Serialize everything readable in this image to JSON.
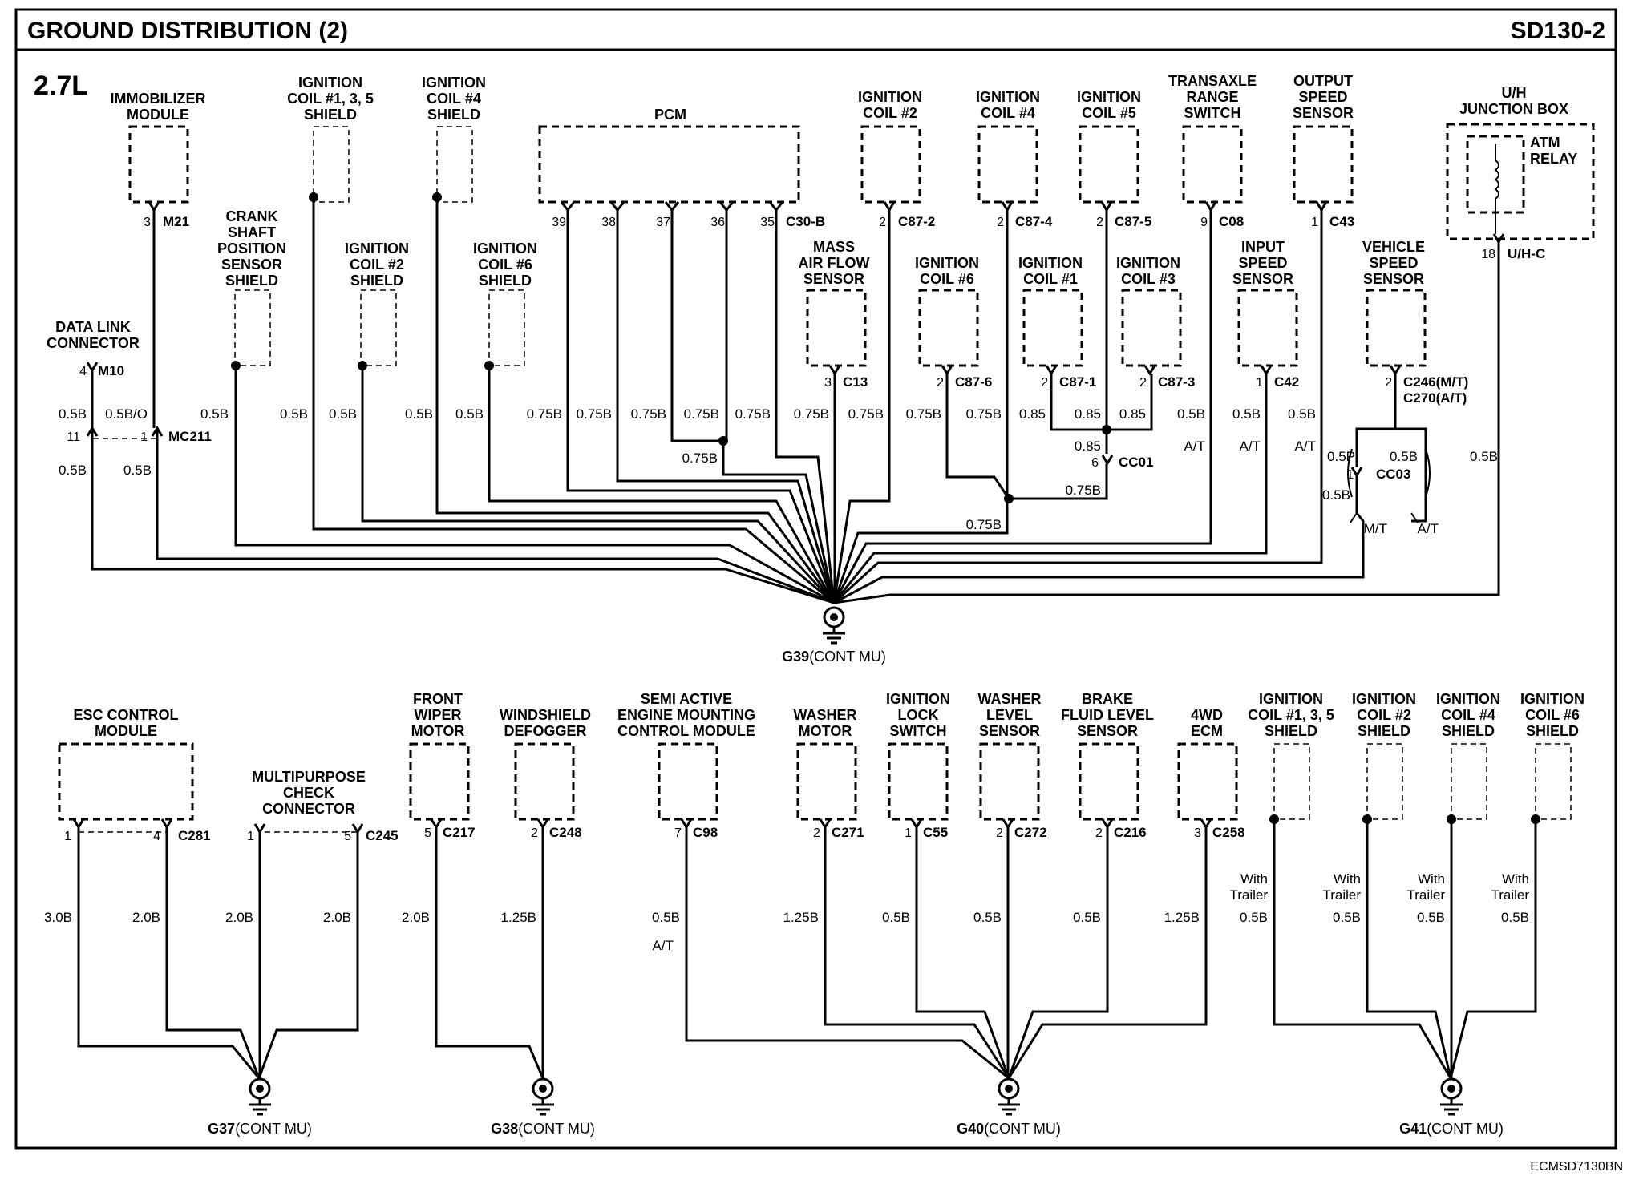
{
  "header": {
    "title": "GROUND DISTRIBUTION (2)",
    "code": "SD130-2"
  },
  "engine": "2.7L",
  "footer": {
    "id": "ECMSD7130BN"
  },
  "top": {
    "components": {
      "immobilizer": [
        "IMMOBILIZER",
        "MODULE"
      ],
      "ign135_shield": [
        "IGNITION",
        "COIL #1, 3, 5",
        "SHIELD"
      ],
      "ign4_shield": [
        "IGNITION",
        "COIL #4",
        "SHIELD"
      ],
      "pcm": [
        "PCM"
      ],
      "ign2": [
        "IGNITION",
        "COIL #2"
      ],
      "ign4": [
        "IGNITION",
        "COIL #4"
      ],
      "ign5": [
        "IGNITION",
        "COIL #5"
      ],
      "transaxle": [
        "TRANSAXLE",
        "RANGE",
        "SWITCH"
      ],
      "output_speed": [
        "OUTPUT",
        "SPEED",
        "SENSOR"
      ],
      "uh_box": [
        "U/H",
        "JUNCTION BOX"
      ],
      "atm_relay": [
        "ATM",
        "RELAY"
      ],
      "crank": [
        "CRANK",
        "SHAFT",
        "POSITION",
        "SENSOR",
        "SHIELD"
      ],
      "ign2_shield": [
        "IGNITION",
        "COIL #2",
        "SHIELD"
      ],
      "ign6_shield": [
        "IGNITION",
        "COIL #6",
        "SHIELD"
      ],
      "maf": [
        "MASS",
        "AIR FLOW",
        "SENSOR"
      ],
      "ign6": [
        "IGNITION",
        "COIL #6"
      ],
      "ign1": [
        "IGNITION",
        "COIL #1"
      ],
      "ign3": [
        "IGNITION",
        "COIL #3"
      ],
      "input_speed": [
        "INPUT",
        "SPEED",
        "SENSOR"
      ],
      "vss": [
        "VEHICLE",
        "SPEED",
        "SENSOR"
      ],
      "dlc": [
        "DATA LINK",
        "CONNECTOR"
      ]
    },
    "connectors": {
      "m21": "M21",
      "c30b": "C30-B",
      "c87_2": "C87-2",
      "c87_4": "C87-4",
      "c87_5": "C87-5",
      "c08": "C08",
      "c43": "C43",
      "uhc": "U/H-C",
      "m10": "M10",
      "mc211": "MC211",
      "c13": "C13",
      "c87_6": "C87-6",
      "c87_1": "C87-1",
      "c87_3": "C87-3",
      "c42": "C42",
      "c246": "C246(M/T)",
      "c270": "C270(A/T)",
      "cc01": "CC01",
      "cc03": "CC03"
    },
    "pins": {
      "m21": "3",
      "p39": "39",
      "p38": "38",
      "p37": "37",
      "p36": "36",
      "p35": "35",
      "c87_2": "2",
      "c87_4": "2",
      "c87_5": "2",
      "c08": "9",
      "c43": "1",
      "uhc": "18",
      "m10": "4",
      "mc211_a": "11",
      "mc211_b": "1",
      "c13": "3",
      "c87_6": "2",
      "c87_1": "2",
      "c87_3": "2",
      "c42": "1",
      "c246": "2",
      "cc01": "6",
      "cc03": "1"
    },
    "wires": {
      "w05B": "0.5B",
      "w05BO": "0.5B/O",
      "w075B": "0.75B",
      "w085": "0.85",
      "w05P": "0.5P",
      "at": "A/T",
      "mt": "M/T"
    },
    "ground": {
      "name": "G39",
      "suffix": "(CONT MU)"
    }
  },
  "bottom": {
    "components": {
      "esc": [
        "ESC CONTROL",
        "MODULE"
      ],
      "mpc": [
        "MULTIPURPOSE",
        "CHECK",
        "CONNECTOR"
      ],
      "wiper": [
        "FRONT",
        "WIPER",
        "MOTOR"
      ],
      "defog": [
        "WINDSHIELD",
        "DEFOGGER"
      ],
      "semi": [
        "SEMI ACTIVE",
        "ENGINE MOUNTING",
        "CONTROL MODULE"
      ],
      "washer": [
        "WASHER",
        "MOTOR"
      ],
      "lock": [
        "IGNITION",
        "LOCK",
        "SWITCH"
      ],
      "wlevel": [
        "WASHER",
        "LEVEL",
        "SENSOR"
      ],
      "brake": [
        "BRAKE",
        "FLUID LEVEL",
        "SENSOR"
      ],
      "ecm4wd": [
        "4WD",
        "ECM"
      ],
      "s135": [
        "IGNITION",
        "COIL #1, 3, 5",
        "SHIELD"
      ],
      "s2": [
        "IGNITION",
        "COIL #2",
        "SHIELD"
      ],
      "s4": [
        "IGNITION",
        "COIL #4",
        "SHIELD"
      ],
      "s6": [
        "IGNITION",
        "COIL #6",
        "SHIELD"
      ]
    },
    "connectors": {
      "c281": "C281",
      "c245": "C245",
      "c217": "C217",
      "c248": "C248",
      "c98": "C98",
      "c271": "C271",
      "c55": "C55",
      "c272": "C272",
      "c216": "C216",
      "c258": "C258"
    },
    "pins": {
      "c281_a": "1",
      "c281_b": "4",
      "c245_a": "1",
      "c245_b": "5",
      "c217": "5",
      "c248": "2",
      "c98": "7",
      "c271": "2",
      "c55": "1",
      "c272": "2",
      "c216": "2",
      "c258": "3"
    },
    "wires": {
      "w30B": "3.0B",
      "w20B": "2.0B",
      "w125B": "1.25B",
      "w05B": "0.5B",
      "at": "A/T"
    },
    "with_trailer": [
      "With",
      "Trailer"
    ],
    "grounds": {
      "g37": {
        "name": "G37",
        "suffix": "(CONT MU)"
      },
      "g38": {
        "name": "G38",
        "suffix": "(CONT MU)"
      },
      "g40": {
        "name": "G40",
        "suffix": "(CONT MU)"
      },
      "g41": {
        "name": "G41",
        "suffix": "(CONT MU)"
      }
    }
  }
}
